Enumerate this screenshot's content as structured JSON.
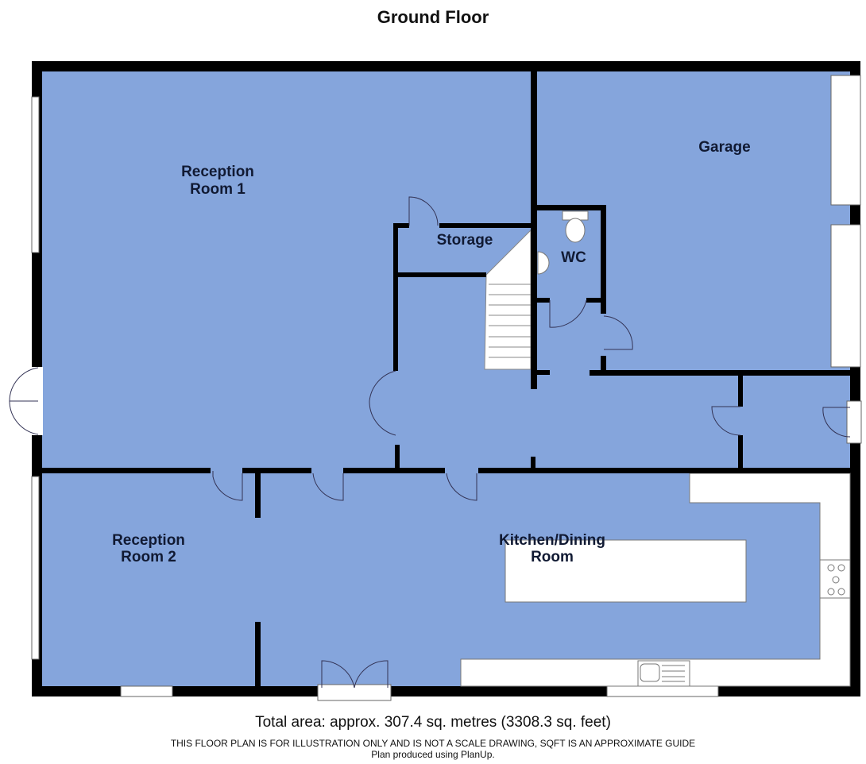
{
  "plan": {
    "title": "Ground Floor",
    "rooms": {
      "reception1": [
        "Reception",
        "Room 1"
      ],
      "garage": "Garage",
      "storage": "Storage",
      "wc": "WC",
      "reception2": [
        "Reception",
        "Room 2"
      ],
      "kitchen": [
        "Kitchen/Dining",
        "Room"
      ]
    },
    "colors": {
      "room": "#85a5dc",
      "wall": "#000000",
      "fixture": "#ffffff"
    }
  },
  "footer": {
    "total_area": "Total area: approx. 307.4 sq. metres (3308.3 sq. feet)",
    "disclaimer": "THIS FLOOR PLAN IS FOR ILLUSTRATION ONLY AND IS NOT A SCALE DRAWING, SQFT IS AN APPROXIMATE GUIDE",
    "produced": "Plan produced using PlanUp."
  }
}
